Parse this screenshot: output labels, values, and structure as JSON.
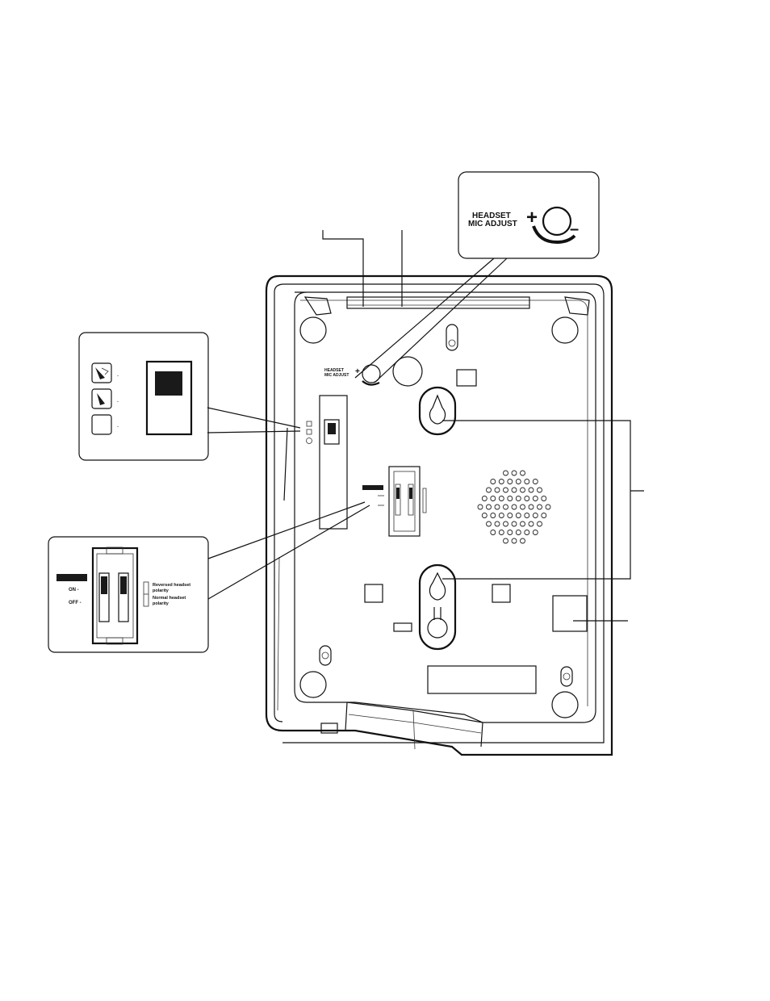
{
  "callouts": {
    "headset_mic_adjust": {
      "line1": "HEADSET",
      "line2": "MIC ADJUST",
      "plus": "+",
      "minus": "–"
    },
    "polarity_switch": {
      "header": "",
      "on_label": "ON -",
      "off_label": "OFF -",
      "reversed_label_1": "Reversed headset",
      "reversed_label_2": "polarity",
      "normal_label_1": "Normal headset",
      "normal_label_2": "polarity"
    }
  },
  "colors": {
    "ink": "#111111",
    "switch_fill": "#1a1a1a",
    "background": "#ffffff"
  }
}
